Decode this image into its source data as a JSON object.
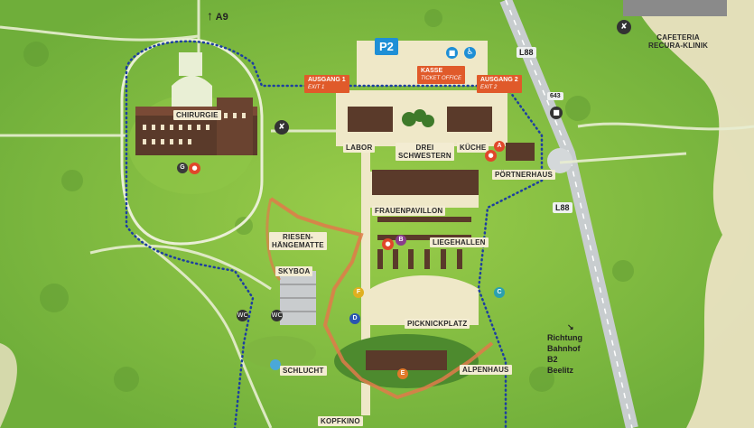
{
  "map": {
    "title": "",
    "highway": "A9",
    "parking": "P2",
    "roads": [
      "L88",
      "L88",
      "643"
    ],
    "exits": [
      {
        "label": "AUSGANG 1",
        "sub": "EXIT 1"
      },
      {
        "label": "AUSGANG 2",
        "sub": "EXIT 2"
      }
    ],
    "ticket": {
      "label": "KASSE",
      "sub": "TICKET OFFICE"
    },
    "places": {
      "chirurgie": "CHIRURGIE",
      "labor": "LABOR",
      "drei": "DREI",
      "schwestern": "SCHWESTERN",
      "kueche": "KÜCHE",
      "poertnerhaus": "PÖRTNERHAUS",
      "frauenpavillon": "FRAUENPAVILLON",
      "liegehallen": "LIEGEHALLEN",
      "riesen": "RIESEN-",
      "haengematte": "HÄNGEMATTE",
      "skyboa": "SKYBOA",
      "picknickplatz": "PICKNICKPLATZ",
      "schlucht": "SCHLUCHT",
      "alpenhaus": "ALPENHAUS",
      "kopfkino": "KOPFKINO",
      "cafeteria": "CAFETERIA",
      "recura": "RECURA-KLINIK"
    },
    "markers": [
      "A",
      "B",
      "C",
      "D",
      "E",
      "F",
      "G"
    ],
    "marker_colors": {
      "A": "#e0472a",
      "B": "#8a3c8c",
      "C": "#2aa0b0",
      "D": "#2a56b0",
      "E": "#e07a2a",
      "F": "#e0b020",
      "G": "#3a3a3a"
    },
    "direction": [
      "Richtung",
      "Bahnhof",
      "B2",
      "Beelitz"
    ],
    "icons": [
      "restaurant-icon",
      "toilet-icon",
      "wheelchair-icon",
      "bus-icon",
      "parking-icon",
      "playground-icon"
    ]
  }
}
